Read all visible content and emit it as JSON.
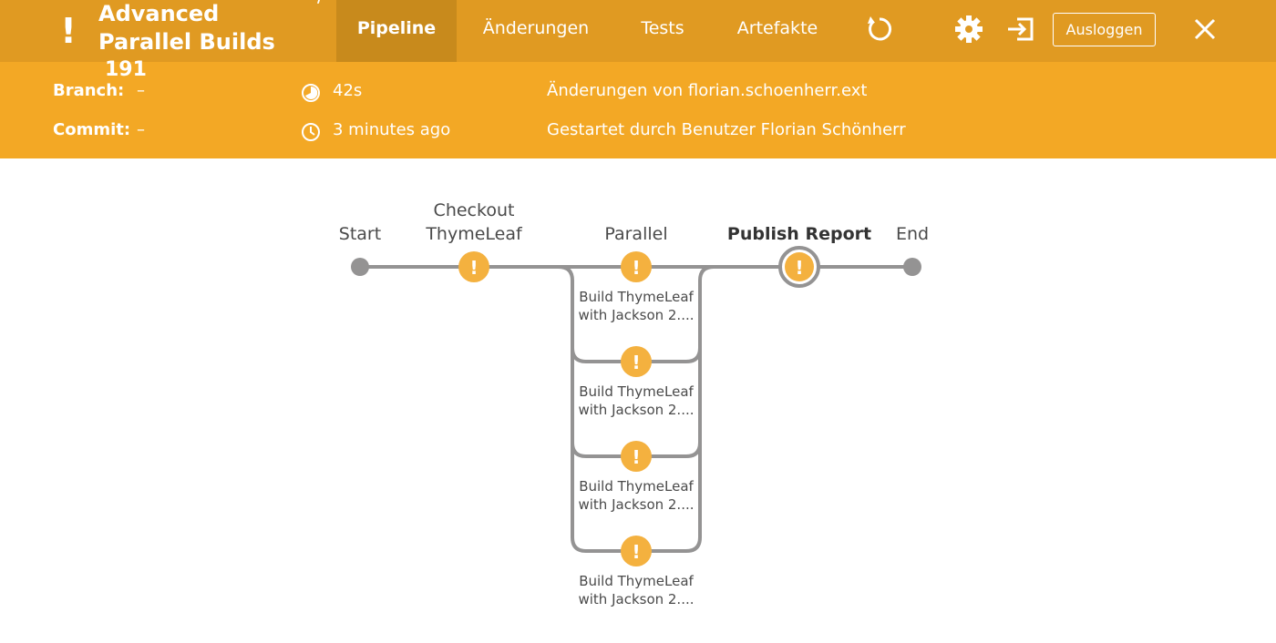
{
  "header": {
    "title_line1": "Advanced",
    "title_line2": "Parallel Builds",
    "title_slash": "/",
    "run_number": "191",
    "tabs": [
      "Pipeline",
      "Änderungen",
      "Tests",
      "Artefakte"
    ],
    "active_tab": "Pipeline",
    "logout_label": "Ausloggen",
    "icons": [
      "exclamation-icon",
      "replay-icon",
      "gear-icon",
      "exit-icon",
      "close-icon"
    ]
  },
  "summary": {
    "branch_label": "Branch:",
    "branch_value": "–",
    "commit_label": "Commit:",
    "commit_value": "–",
    "duration": "42s",
    "started_ago": "3 minutes ago",
    "changes": "Änderungen von florian.schoenherr.ext",
    "started_by": "Gestartet durch Benutzer Florian Schönherr"
  },
  "pipeline": {
    "stages": [
      {
        "label_line1": "Start",
        "label_line2": "",
        "kind": "start"
      },
      {
        "label_line1": "Checkout",
        "label_line2": "ThymeLeaf",
        "kind": "warning"
      },
      {
        "label_line1": "Parallel",
        "label_line2": "",
        "kind": "parallel"
      },
      {
        "label_line1": "Publish Report",
        "label_line2": "",
        "kind": "warning-selected"
      },
      {
        "label_line1": "End",
        "label_line2": "",
        "kind": "end"
      }
    ],
    "parallel_branches": [
      {
        "line1": "Build ThymeLeaf",
        "line2": "with Jackson 2...."
      },
      {
        "line1": "Build ThymeLeaf",
        "line2": "with Jackson 2...."
      },
      {
        "line1": "Build ThymeLeaf",
        "line2": "with Jackson 2...."
      },
      {
        "line1": "Build ThymeLeaf",
        "line2": "with Jackson 2...."
      }
    ],
    "warning_glyph": "!",
    "colors": {
      "warning": "#f4b13f",
      "line": "#949393",
      "header": "#e09a22",
      "subheader": "#f3a825"
    }
  }
}
